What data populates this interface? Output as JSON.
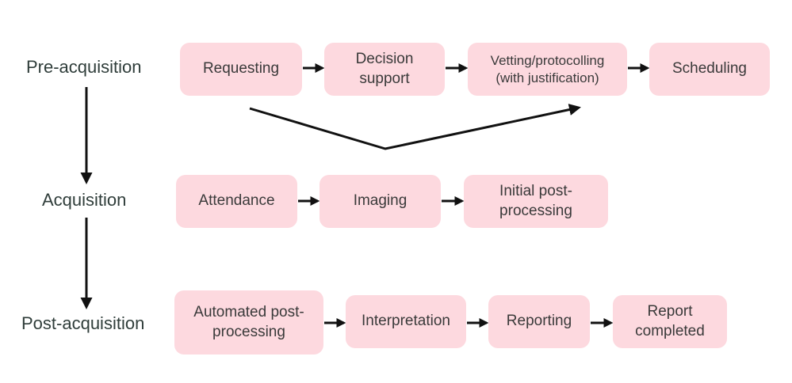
{
  "stages": {
    "pre": "Pre-acquisition",
    "acq": "Acquisition",
    "post": "Post-acquisition"
  },
  "pre_steps": {
    "requesting": "Requesting",
    "decision_support": "Decision\nsupport",
    "vetting": "Vetting/protocolling\n(with justification)",
    "scheduling": "Scheduling"
  },
  "acq_steps": {
    "attendance": "Attendance",
    "imaging": "Imaging",
    "initial_post": "Initial post-\nprocessing"
  },
  "post_steps": {
    "automated_post": "Automated post-\nprocessing",
    "interpretation": "Interpretation",
    "reporting": "Reporting",
    "report_completed": "Report\ncompleted"
  },
  "colors": {
    "box_fill": "#fdd9df",
    "arrow": "#111111",
    "stage_text": "#2f3d3a"
  }
}
